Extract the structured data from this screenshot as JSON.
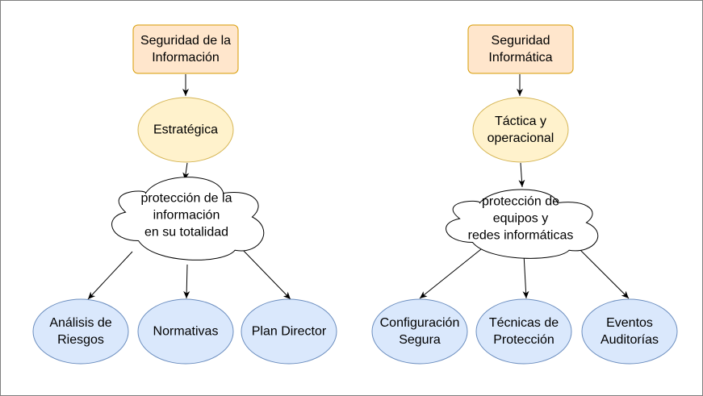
{
  "colors": {
    "rect_fill": "#ffe6cc",
    "rect_stroke": "#d79b00",
    "level_fill": "#fff2cc",
    "level_stroke": "#d6b656",
    "cloud_fill": "#ffffff",
    "cloud_stroke": "#000000",
    "leaf_fill": "#dae8fc",
    "leaf_stroke": "#6c8ebf",
    "edge": "#000000",
    "border": "#7f7f7f"
  },
  "left": {
    "title": [
      "Seguridad de la",
      "Información"
    ],
    "level": [
      "Estratégica"
    ],
    "scope": [
      "protección de la",
      "información",
      "en su totalidad"
    ],
    "items": [
      [
        "Análisis de",
        "Riesgos"
      ],
      [
        "Normativas"
      ],
      [
        "Plan Director"
      ]
    ]
  },
  "right": {
    "title": [
      "Seguridad",
      "Informática"
    ],
    "level": [
      "Táctica y",
      "operacional"
    ],
    "scope": [
      "protección de",
      "equipos y",
      "redes informáticas"
    ],
    "items": [
      [
        "Configuración",
        "Segura"
      ],
      [
        "Técnicas de",
        "Protección"
      ],
      [
        "Eventos",
        "Auditorías"
      ]
    ]
  }
}
